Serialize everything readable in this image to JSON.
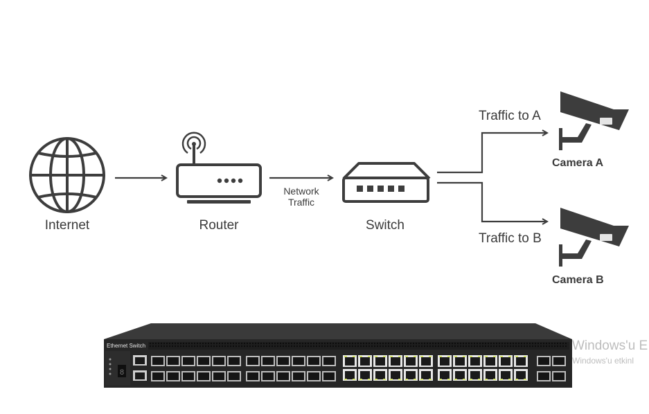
{
  "diagram": {
    "nodes": {
      "internet": "Internet",
      "router": "Router",
      "switch": "Switch",
      "camera_a": "Camera A",
      "camera_b": "Camera B"
    },
    "edges": {
      "network_traffic_line1": "Network",
      "network_traffic_line2": "Traffic",
      "traffic_to_a": "Traffic to A",
      "traffic_to_b": "Traffic to B"
    }
  },
  "hardware": {
    "title": "Ethernet Switch"
  },
  "watermark": {
    "line1": "Windows'u E",
    "line2": "Windows'u etkinl"
  },
  "colors": {
    "icon_stroke": "#3d3d3d",
    "switch_body": "#2b2b2b",
    "port_led": "#d8e86a"
  }
}
